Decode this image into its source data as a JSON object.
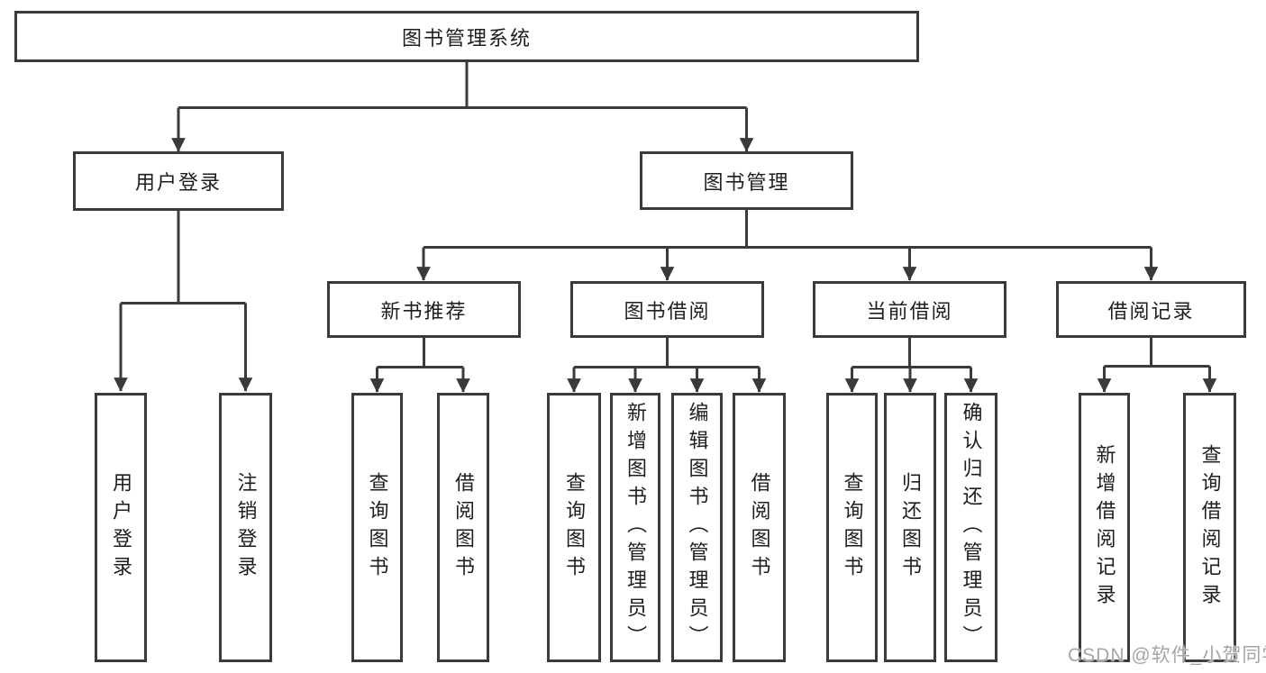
{
  "diagram": {
    "root": {
      "label": "图书管理系统"
    },
    "branches": {
      "user_login": {
        "label": "用户登录",
        "children": {
          "login": {
            "label": "用户登录"
          },
          "logout": {
            "label": "注销登录"
          }
        }
      },
      "book_mgmt": {
        "label": "图书管理",
        "groups": {
          "new_book": {
            "label": "新书推荐",
            "children": {
              "query": {
                "label": "查询图书"
              },
              "borrow": {
                "label": "借阅图书"
              }
            }
          },
          "borrowing": {
            "label": "图书借阅",
            "children": {
              "query": {
                "label": "查询图书"
              },
              "add": {
                "label": "新增图书（管理员）"
              },
              "edit": {
                "label": "编辑图书（管理员）"
              },
              "borrow": {
                "label": "借阅图书"
              }
            }
          },
          "current": {
            "label": "当前借阅",
            "children": {
              "query": {
                "label": "查询图书"
              },
              "return": {
                "label": "归还图书"
              },
              "confirm": {
                "label": "确认归还（管理员）"
              }
            }
          },
          "records": {
            "label": "借阅记录",
            "children": {
              "add": {
                "label": "新增借阅记录"
              },
              "query": {
                "label": "查询借阅记录"
              }
            }
          }
        }
      }
    }
  },
  "watermark": {
    "text": "CSDN @软件_小贺同学"
  },
  "colors": {
    "line": "#3a3a3a",
    "box_border": "#3a3a3a",
    "text": "#1e1e1e",
    "box_background": "#ffffff",
    "page_background": "#ffffff",
    "watermark": "#a5a5a5"
  }
}
